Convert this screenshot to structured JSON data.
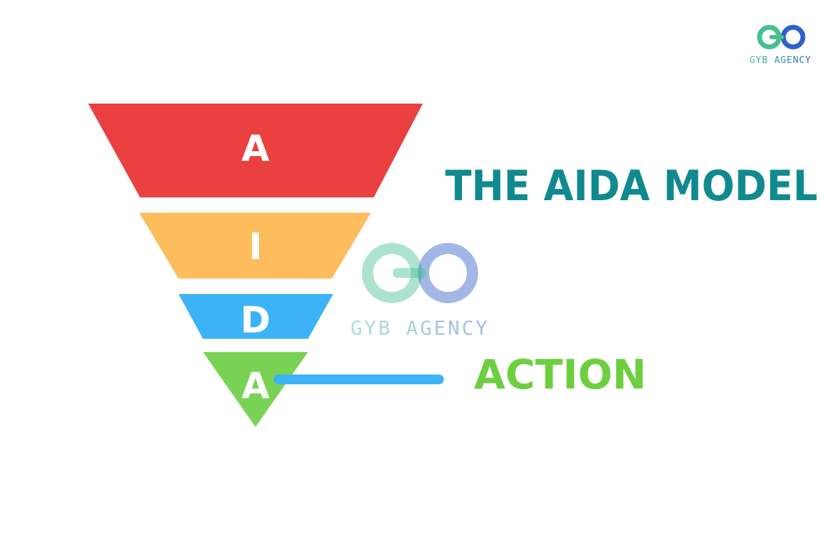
{
  "title": "THE AIDA MODEL",
  "funnel": {
    "layers": [
      {
        "letter": "A",
        "color": "#ea4040"
      },
      {
        "letter": "I",
        "color": "#fdbd5d"
      },
      {
        "letter": "D",
        "color": "#3db3f7"
      },
      {
        "letter": "A",
        "color": "#79d254"
      }
    ]
  },
  "stage": {
    "label": "ACTION",
    "label_color": "#6dcf3f",
    "connector_color": "#3db3f7"
  },
  "brand": {
    "name": "GYB AGENCY",
    "logo_icon": "infinity-logo-icon"
  },
  "colors": {
    "title": "#118a8f",
    "brand_green": "#46c08f",
    "brand_blue": "#2f62c9"
  }
}
